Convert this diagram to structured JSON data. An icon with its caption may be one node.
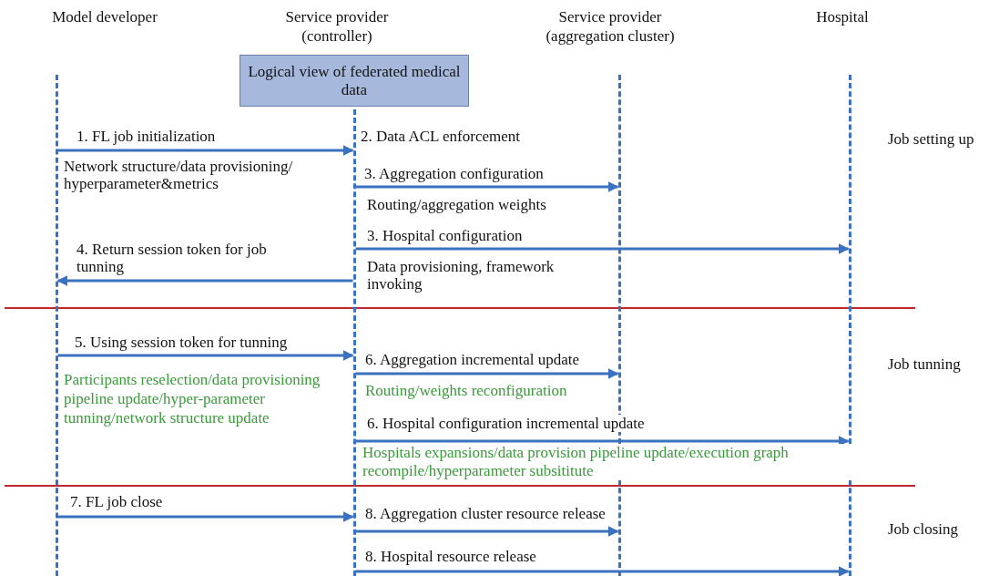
{
  "diagram": {
    "nodes": [
      {
        "text": [],
        "shape": "line",
        "beside": [
          "Model developer"
        ]
      },
      {
        "text": [],
        "shape": "line"
      },
      {
        "text": [],
        "shape": "line",
        "beside": [
          "Service provider (aggregation cluster)"
        ]
      },
      {
        "text": [],
        "shape": "line",
        "beside": [
          "Hospital"
        ]
      },
      {
        "text": [
          "Logical view of federated medical data"
        ]
      }
    ],
    "edges": [
      {
        "from": 0,
        "to": 1,
        "arrow": "to",
        "label": "1. FL job initialization"
      },
      {
        "from": 1,
        "to": 2,
        "arrow": "to",
        "label": "3. Aggregation configuration"
      },
      {
        "from": 1,
        "to": 3,
        "arrow": "to",
        "label": "3. Hospital configuration"
      },
      {
        "from": 1,
        "to": 0,
        "arrow": "to",
        "label": "4. Return session token for job tunning"
      },
      {
        "from": 0,
        "to": 1,
        "arrow": "to",
        "label": "5. Using session token for tunning"
      },
      {
        "from": 1,
        "to": 2,
        "arrow": "to",
        "label": "6. Aggregation incremental update"
      },
      {
        "from": 1,
        "to": 3,
        "arrow": "to",
        "label": "6. Hospital configuration incremental update"
      },
      {
        "from": 0,
        "to": 1,
        "arrow": "to",
        "label": "7. FL job close"
      },
      {
        "from": 1,
        "to": 2,
        "arrow": "to",
        "label": "8. Aggregation cluster resource release"
      },
      {
        "from": 1,
        "to": 3,
        "arrow": "to",
        "label": "8. Hospital resource release"
      }
    ],
    "labels": [
      "Service provider (controller)",
      "2. Data ACL enforcement",
      "Job setting up",
      "Network structure/data provisioning/ hyperparameter&metrics",
      "Routing/aggregation weights",
      "Data provisioning, framework invoking",
      "Job tunning",
      "Participants reselection/data provisioning pipeline update/hyper-parameter tunning/network structure update",
      "Routing/weights reconfiguration",
      "Hospitals expansions/data provision pipeline update/execution graph recompile/hyperparameter subsititute",
      "Job closing"
    ]
  }
}
